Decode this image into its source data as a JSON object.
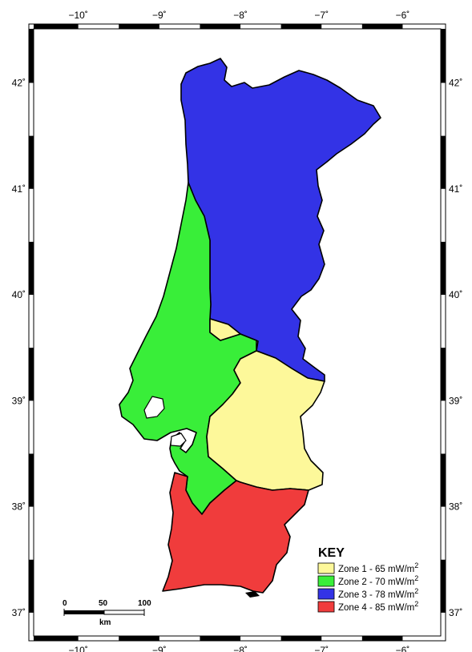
{
  "map": {
    "longitude_ticks": [
      {
        "value": -10,
        "label": "−10˚"
      },
      {
        "value": -9,
        "label": "−9˚"
      },
      {
        "value": -8,
        "label": "−8˚"
      },
      {
        "value": -7,
        "label": "−7˚"
      },
      {
        "value": -6,
        "label": "−6˚"
      }
    ],
    "latitude_ticks": [
      {
        "value": 42,
        "label": "42˚"
      },
      {
        "value": 41,
        "label": "41˚"
      },
      {
        "value": 40,
        "label": "40˚"
      },
      {
        "value": 39,
        "label": "39˚"
      },
      {
        "value": 38,
        "label": "38˚"
      },
      {
        "value": 37,
        "label": "37˚"
      }
    ],
    "extent": {
      "lon_min": -10.55,
      "lon_max": -5.53,
      "lat_min": 36.78,
      "lat_max": 42.51
    },
    "zones": [
      {
        "name": "Zone 1",
        "value": 65,
        "color": "#fdf89a"
      },
      {
        "name": "Zone 2",
        "value": 70,
        "color": "#39ee39"
      },
      {
        "name": "Zone 3",
        "value": 78,
        "color": "#3333e6"
      },
      {
        "name": "Zone 4",
        "value": 85,
        "color": "#f03c3c"
      }
    ],
    "key": {
      "title": "KEY",
      "entries": [
        {
          "prefix": "Zone 1 - 65 mW/m",
          "sup": "2"
        },
        {
          "prefix": "Zone 2 - 70 mW/m",
          "sup": "2"
        },
        {
          "prefix": "Zone 3 - 78 mW/m",
          "sup": "2"
        },
        {
          "prefix": "Zone 4 - 85 mW/m",
          "sup": "2"
        }
      ]
    },
    "scale_bar": {
      "labels": [
        "0",
        "50",
        "100"
      ],
      "unit": "km"
    }
  }
}
